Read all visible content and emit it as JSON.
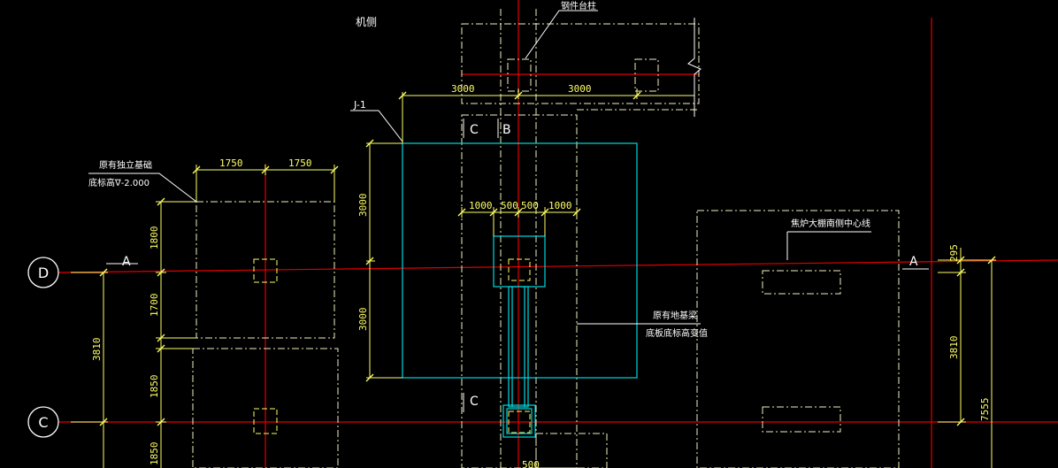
{
  "colors": {
    "background": "#000000",
    "axis_red": "#e00000",
    "yellow": "#ffff66",
    "cyan": "#00d8e0",
    "white": "#ffffff",
    "dashdot": "#f0f0c0"
  },
  "labels": {
    "top_left_note": "机侧",
    "steel_column_note": "钢件台柱",
    "foundation_tag": "J-1",
    "existing_foundation_line1": "原有独立基础",
    "existing_foundation_line2": "底标高∇-2.000",
    "existing_beam_line1": "原有地基梁",
    "existing_beam_line2": "底板底标高变值",
    "coke_oven_note": "焦炉大棚南侧中心线",
    "axis_d": "D",
    "axis_c": "C",
    "sec_a_left": "A",
    "sec_a_right": "A",
    "sec_c_top": "C",
    "sec_b_top": "B",
    "sec_c_bottom": "C"
  },
  "dimensions": {
    "top_left_3000": "3000",
    "top_right_3000": "3000",
    "left_1750_a": "1750",
    "left_1750_b": "1750",
    "j1_left_3000_top": "3000",
    "j1_left_3000_bottom": "3000",
    "inner_1000_a": "1000",
    "inner_500_a": "500",
    "inner_500_b": "500",
    "inner_1000_b": "1000",
    "left_1800": "1800",
    "left_1700": "1700",
    "left_1850_a": "1850",
    "left_1850_b": "1850",
    "left_3810": "3810",
    "right_295": "295",
    "right_3810": "3810",
    "right_7555": "7555",
    "bottom_500": "500"
  }
}
